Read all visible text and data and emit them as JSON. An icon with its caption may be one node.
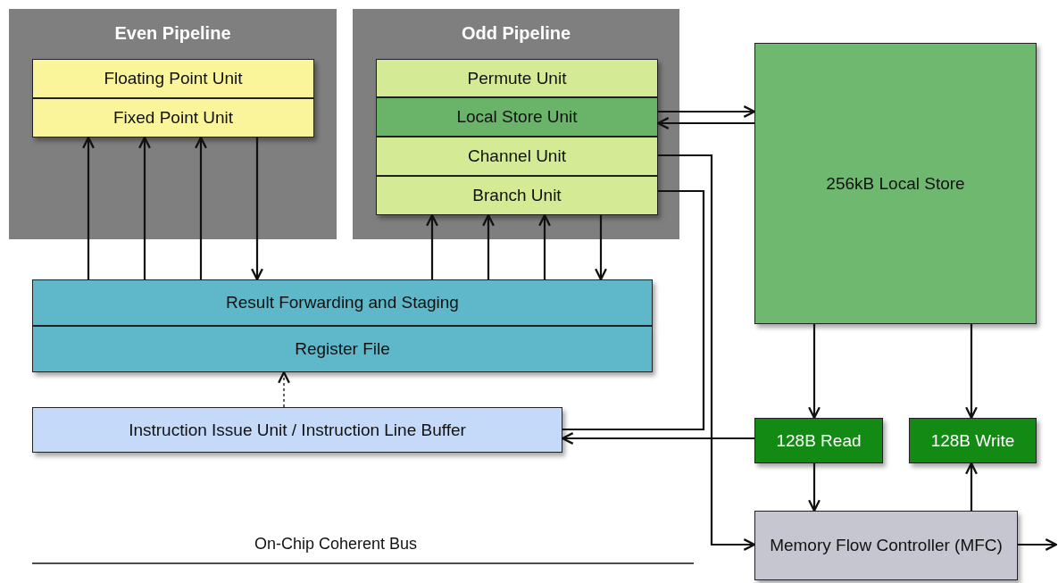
{
  "diagram": {
    "nodes": [
      {
        "text": [
          "Even Pipeline"
        ]
      },
      {
        "text": [
          "Floating Point Unit"
        ],
        "in": 0
      },
      {
        "text": [
          "Fixed Point Unit"
        ],
        "in": 0
      },
      {
        "text": [
          "Odd Pipeline"
        ]
      },
      {
        "text": [
          "Permute Unit"
        ],
        "in": 3
      },
      {
        "text": [
          "Local Store Unit"
        ],
        "in": 3
      },
      {
        "text": [
          "Channel Unit"
        ],
        "in": 3
      },
      {
        "text": [
          "Branch Unit"
        ],
        "in": 3
      },
      {
        "text": [
          "256kB Local Store"
        ]
      },
      {
        "text": [
          "Result Forwarding and Staging"
        ]
      },
      {
        "text": [
          "Register File"
        ]
      },
      {
        "text": [
          "Instruction Issue Unit / Instruction Line Buffer"
        ]
      },
      {
        "text": [
          "128B Read"
        ]
      },
      {
        "text": [
          "128B Write"
        ]
      },
      {
        "text": [
          "Memory Flow Controller (MFC)"
        ]
      }
    ],
    "edges": [
      {
        "from": 9,
        "to": 2,
        "arrow": "to"
      },
      {
        "from": 9,
        "to": 2,
        "arrow": "to"
      },
      {
        "from": 9,
        "to": 2,
        "arrow": "to"
      },
      {
        "from": 2,
        "to": 9,
        "arrow": "to"
      },
      {
        "from": 9,
        "to": 7,
        "arrow": "to"
      },
      {
        "from": 9,
        "to": 7,
        "arrow": "to"
      },
      {
        "from": 9,
        "to": 7,
        "arrow": "to"
      },
      {
        "from": 7,
        "to": 9,
        "arrow": "to"
      },
      {
        "from": 5,
        "to": 8,
        "arrow": "to"
      },
      {
        "from": 8,
        "to": 5,
        "arrow": "to"
      },
      {
        "from": 6,
        "to": 14,
        "arrow": "to"
      },
      {
        "from": 7,
        "to": 11,
        "arrow": "none"
      },
      {
        "from": 12,
        "to": 11,
        "arrow": "to"
      },
      {
        "from": 11,
        "to": 10,
        "arrow": "to",
        "style": "dashed"
      },
      {
        "from": 8,
        "to": 12,
        "arrow": "to"
      },
      {
        "from": 8,
        "to": 13,
        "arrow": "to"
      },
      {
        "from": 12,
        "to": 14,
        "arrow": "to"
      },
      {
        "from": 14,
        "to": 13,
        "arrow": "to"
      },
      {
        "from": 14,
        "to": null,
        "arrow": "to"
      }
    ],
    "labels": [
      "On-Chip Coherent Bus"
    ]
  }
}
